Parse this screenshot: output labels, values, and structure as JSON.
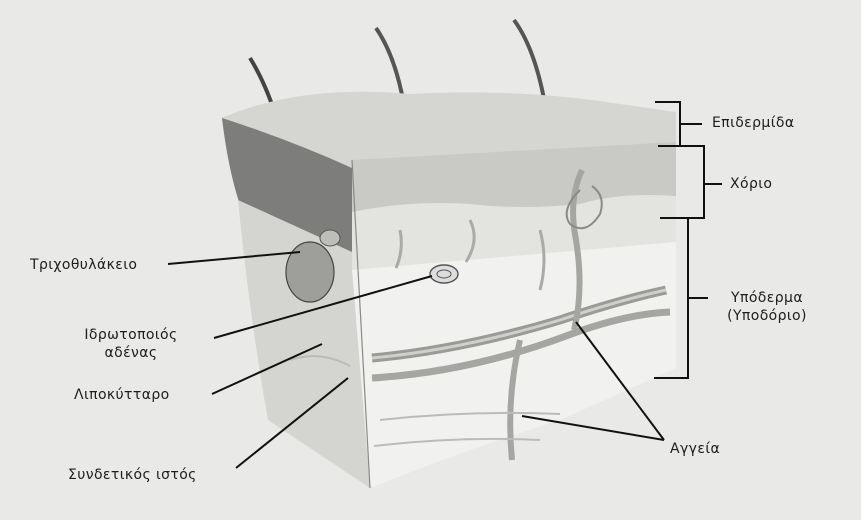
{
  "labels": {
    "epidermis": "Επιδερμίδα",
    "dermis": "Χόριο",
    "hypodermis": [
      "Υπόδερμα",
      "(Υποδόριο)"
    ],
    "hair_follicle": "Τριχοθυλάκειο",
    "sweat_gland": [
      "Ιδρωτοποιός",
      "αδένας"
    ],
    "adipocyte": "Λιποκύτταρο",
    "connective_tissue": "Συνδετικός ιστός",
    "vessels": "Αγγεία"
  },
  "colors": {
    "background": "#e9e9e7",
    "epidermis": "#d9d9d5",
    "dermis": "#ebebea",
    "hypodermis": "#f2f2f0",
    "follicle_dark": "#6b6b6b",
    "vessel": "#9a9a96",
    "line": "#111111"
  }
}
